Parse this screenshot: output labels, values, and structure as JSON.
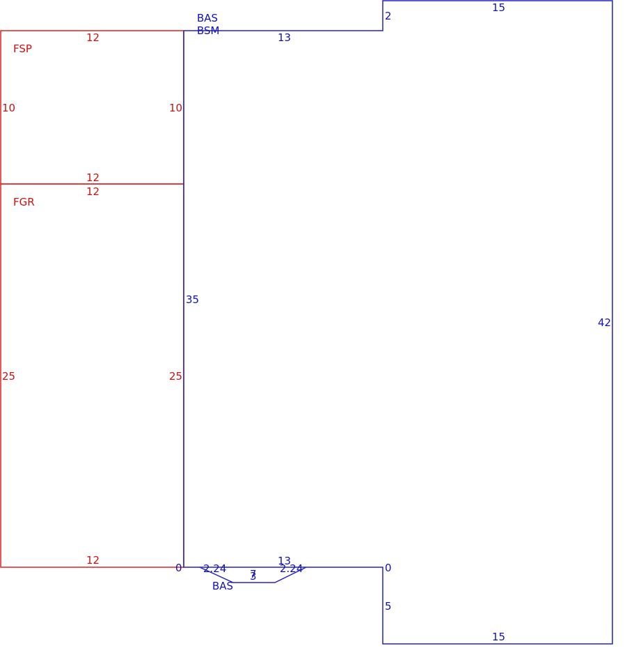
{
  "colors": {
    "garage": "#dd2222",
    "base": "#2222cc"
  },
  "labels": {
    "fsp": "FSP",
    "fgr": "FGR",
    "bas_top": "BAS",
    "bsm_top": "BSM",
    "bas_bottom": "BAS"
  },
  "dimensions": {
    "fsp_top": "12",
    "fsp_left": "10",
    "fsp_right": "10",
    "fsp_bottom": "12",
    "fgr_top": "12",
    "fgr_left": "25",
    "fgr_right": "25",
    "fgr_bottom": "12",
    "base_top_left": "13",
    "base_step_top": "2",
    "base_top_right": "15",
    "base_left": "35",
    "base_right": "42",
    "base_bottom_mid": "13",
    "base_step_bottom": "5",
    "base_bottom_right": "15",
    "corner_left": "0",
    "corner_right": "0",
    "bay_side_left": "2.24",
    "bay_side_right": "2.24",
    "bay_front_a": "7",
    "bay_front_b": "3"
  }
}
